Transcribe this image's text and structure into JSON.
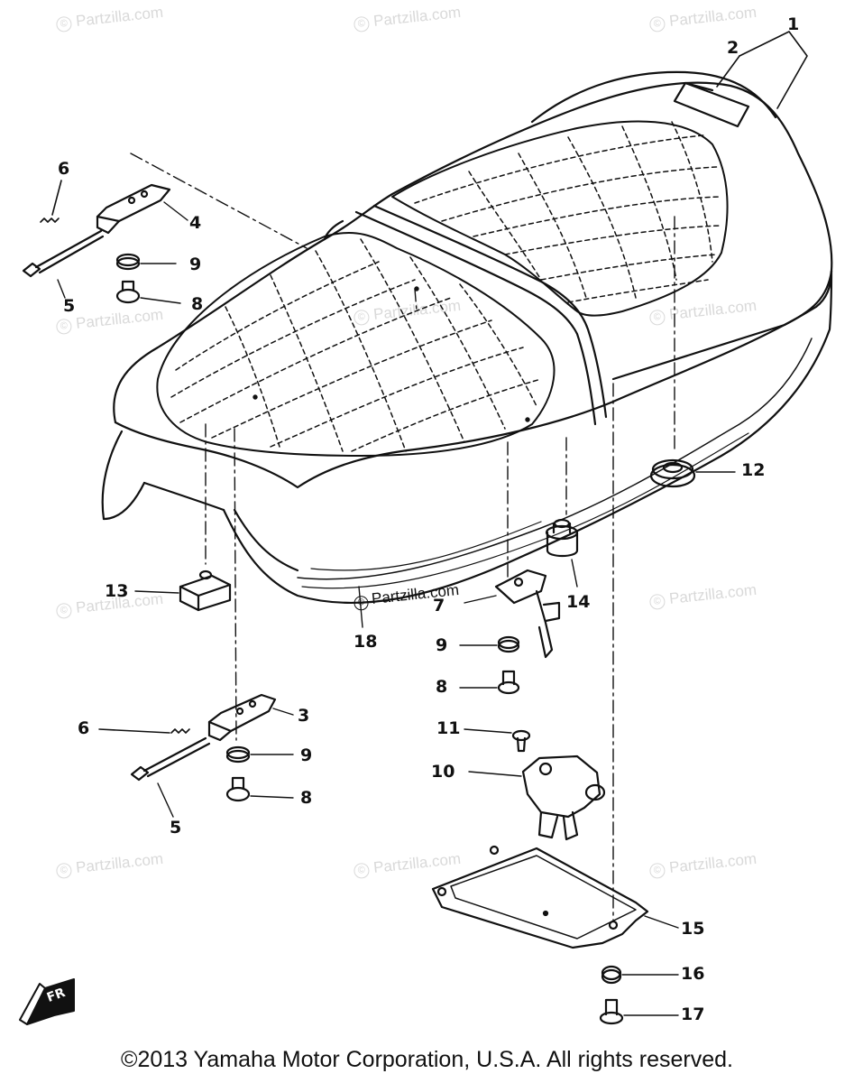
{
  "watermark_text": "Partzilla.com",
  "watermark_symbol": "©",
  "watermark_dark_text": "Partzilla.com",
  "copyright": "©2013 Yamaha Motor Corporation, U.S.A. All rights reserved.",
  "front_badge": "FR",
  "callouts": {
    "c1": "1",
    "c2": "2",
    "c3": "3",
    "c4": "4",
    "c5a": "5",
    "c5b": "5",
    "c6a": "6",
    "c6b": "6",
    "c7": "7",
    "c8a": "8",
    "c8b": "8",
    "c8c": "8",
    "c9a": "9",
    "c9b": "9",
    "c9c": "9",
    "c10": "10",
    "c11": "11",
    "c12": "12",
    "c13": "13",
    "c14": "14",
    "c15": "15",
    "c16": "16",
    "c17": "17",
    "c18": "18"
  }
}
